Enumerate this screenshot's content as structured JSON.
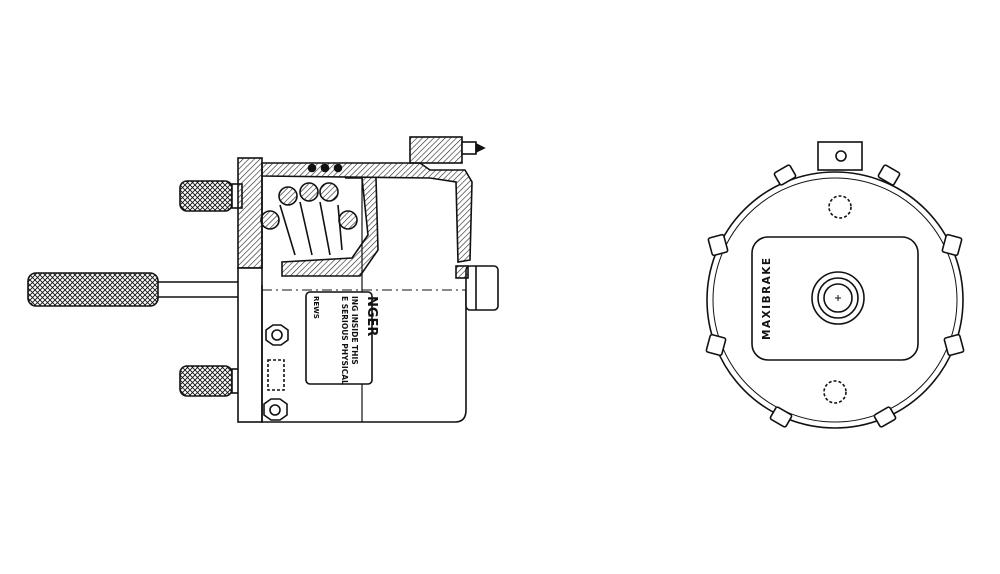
{
  "side_view": {
    "warning_heading": "NGER",
    "warning_line_1": "ING INSIDE THIS",
    "warning_line_2": "E SERIOUS PHYSICAL",
    "warning_line_3": "REWS"
  },
  "end_view": {
    "brand_label": "MAXIBRAKE"
  },
  "colors": {
    "ink": "#111111",
    "paper": "#ffffff",
    "hatch": "#222222"
  }
}
